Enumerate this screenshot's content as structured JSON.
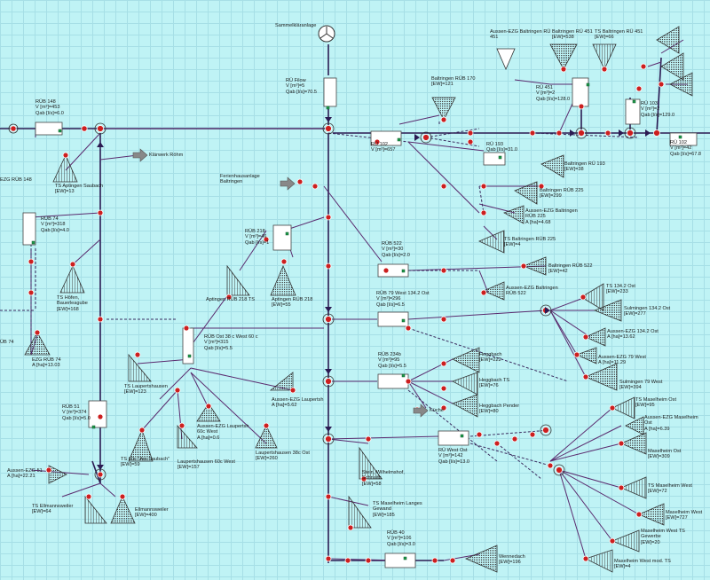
{
  "labels": {
    "sammelklaeranlage": "Sammelkläranlage",
    "ru_filow": "RÜ Filow\nV [m³]=5\nQab [l/s]=70.5",
    "rub_148": "RÜB 148\nV [m³]=453\nQab [l/s]=6.0",
    "ezg_rub_148": "EZG RÜB 148",
    "ts_aptingen": "TS Aptingen Saubach\n[EW]=13",
    "klaerwerk_rohm": "Klärwerk Röhm",
    "ferienhausanlage": "Ferienhausanlage\nBaltringen",
    "rub_74": "RÜB 74\nV [m³]=318\nQab [l/s]=4.0",
    "ts_hoefen": "TS Höfen,\nBauerleagube\n[EW]=168",
    "ezg_rub_74": "EZG RÜB 74\nA [ha]=13.03",
    "ob_74": "ÜB 74",
    "rub_218": "RÜB 218\nV [m³]=46\nQab [l/s]=1",
    "aptingen_218_ts": "Aptingen RÜB 218 TS",
    "aptingen_rub_218": "Aptingen RÜB 218\n[EW]=55",
    "rub_522": "RÜB 522\nV [m³]=30\nQab [l/s]=2.0",
    "rub_ost38": "RÜB Ost 38 c West 60 c\nV [m³]=315\nQab [l/s]=5.5",
    "ts_laupertshausen": "TS Laupertshausen\n[EW]=123",
    "rub_51": "RÜB 51\nV [m³]=374\nQab [l/s]=5.0",
    "aussen_ezg_laupertsh": "Aussen-EZG Laupertsh\nA [ha]=5.62",
    "ezg_laupertsh_60c": "Aussen-EZG Laupertsh\n60c West\nA [ha]=0.6",
    "ts_60c_saubach": "TS 60c \"Am Saubach\"\n[EW]=59",
    "laupertshausen_60c": "Laupertshausen 60c West\n[EW]=157",
    "laupertshausen_38c": "Laupertshausen 38c Ost\n[EW]=260",
    "aussen_ezg_51": "Aussen-EZG 51\nA [ha]=22.21",
    "ts_ellmannsweiler": "TS Ellmannsweiler\n[EW]=64",
    "ellmannsweiler": "Ellmannsweiler\n[EW]=400",
    "rub_79_west": "RÜB 79 West 134.2 Ost\nV [m³]=296\nQab [l/s]=6.5",
    "rub_234b": "RÜB 234b\nV [m³]=95\nQab [l/s]=5.5",
    "hoggbach": "Heggbach\n[EW]=222",
    "hoggbach_ts": "Heggbach TS\n[EW]=76",
    "hoggbach_pender": "Heggbach Pender\n[EW]=80",
    "kuche": "Küche",
    "ru_west": "RÜ West Ost\nV [m³]=142\nQab [l/s]=13.0",
    "stein_wilhelmshof": "Stein, Wilhelmshof,\nSchnaitb.\n[EW]=58",
    "ts_maselheim_langes": "TS Maselheim Langes\nGewand\n[EW]=185",
    "rub_40": "RÜB 40\nV [m³]=106\nQab [l/s]=3.0",
    "wennedach": "Wennedach\n[EW]=196",
    "ru_102": "RÜ 102\nV [m³]=42\nQab [l/s]=67.8",
    "aussen_ezg_baltringen_ru": "Aussen-EZG Baltringen RÜ\n451",
    "baltringen_ru_451": "Baltringen RÜ 451\n[EW]=538",
    "ts_baltringen_ru_451": "TS Baltringen RÜ 451\n[EW]=66",
    "ru_451": "RÜ 451\nV [m³]=2\nQab [l/s]=128.0",
    "ru_103": "RÜ 103\nV [m³]=2\nQab [l/s]=129.0",
    "baltringen_rub_170": "Baltringen RÜB 170\n[EW]=121",
    "rub_102_small": "RÜ 102\nV [m³]=657",
    "ru_193": "RÜ 193\nQab [l/s]=31.0",
    "baltringen_ru_193": "Baltringen RÜ 193\n[EW]=38",
    "baltringen_rub_225": "Baltringen RÜB 225\n[EW]=299",
    "ezg_baltringen_225": "Aussen-EZG Baltringen\nRÜB 225\nA [ha]=4.68",
    "ts_baltringen_225": "TS Baltringen RÜB 225\n[EW]=4",
    "baltringen_rub_522": "Baltringen RÜB 522\n[EW]=42",
    "ezg_baltringen_522": "Aussen-EZG Baltringen\nRÜB 522",
    "ts_134_2": "TS 134.2 Ost\n[EW]=233",
    "sulmingen_134_2": "Sulmingen 134.2 Ost\n[EW]=277",
    "ezg_134_2": "Aussen-EZG 134.2 Ost\nA [ha]=13.62",
    "ezg_79_west": "Aussen-EZG 79 West\nA [ha]=11.29",
    "sulmingen_79_west": "Sulmingen 79 West\n[EW]=394",
    "ts_maselheim_ost": "TS Maselheim Ost\n[EW]=95",
    "ezg_maselheim": "Aussen-EZG Maselheim\nOst\nA [ha]=6.39",
    "maselheim_ost": "Maselheim Ost\n[EW]=309",
    "ts_maselheim_west": "TS Maselheim West\n[EW]=72",
    "maselheim_west": "Maselheim West\n[EW]=727",
    "maselheim_west_ts": "Maselheim West TS\nGewerbe\n[EW]=20",
    "maselheim_west_mod": "Maselheim West mod. TS\n[EW]=4"
  },
  "colors": {
    "background": "#bff3f5",
    "grid": "#a6dfe6",
    "pipe_main": "#2b1a52",
    "pipe_secondary": "#5a2a6e",
    "node_fill": "#cc1f1f",
    "hatch": "#555555"
  }
}
